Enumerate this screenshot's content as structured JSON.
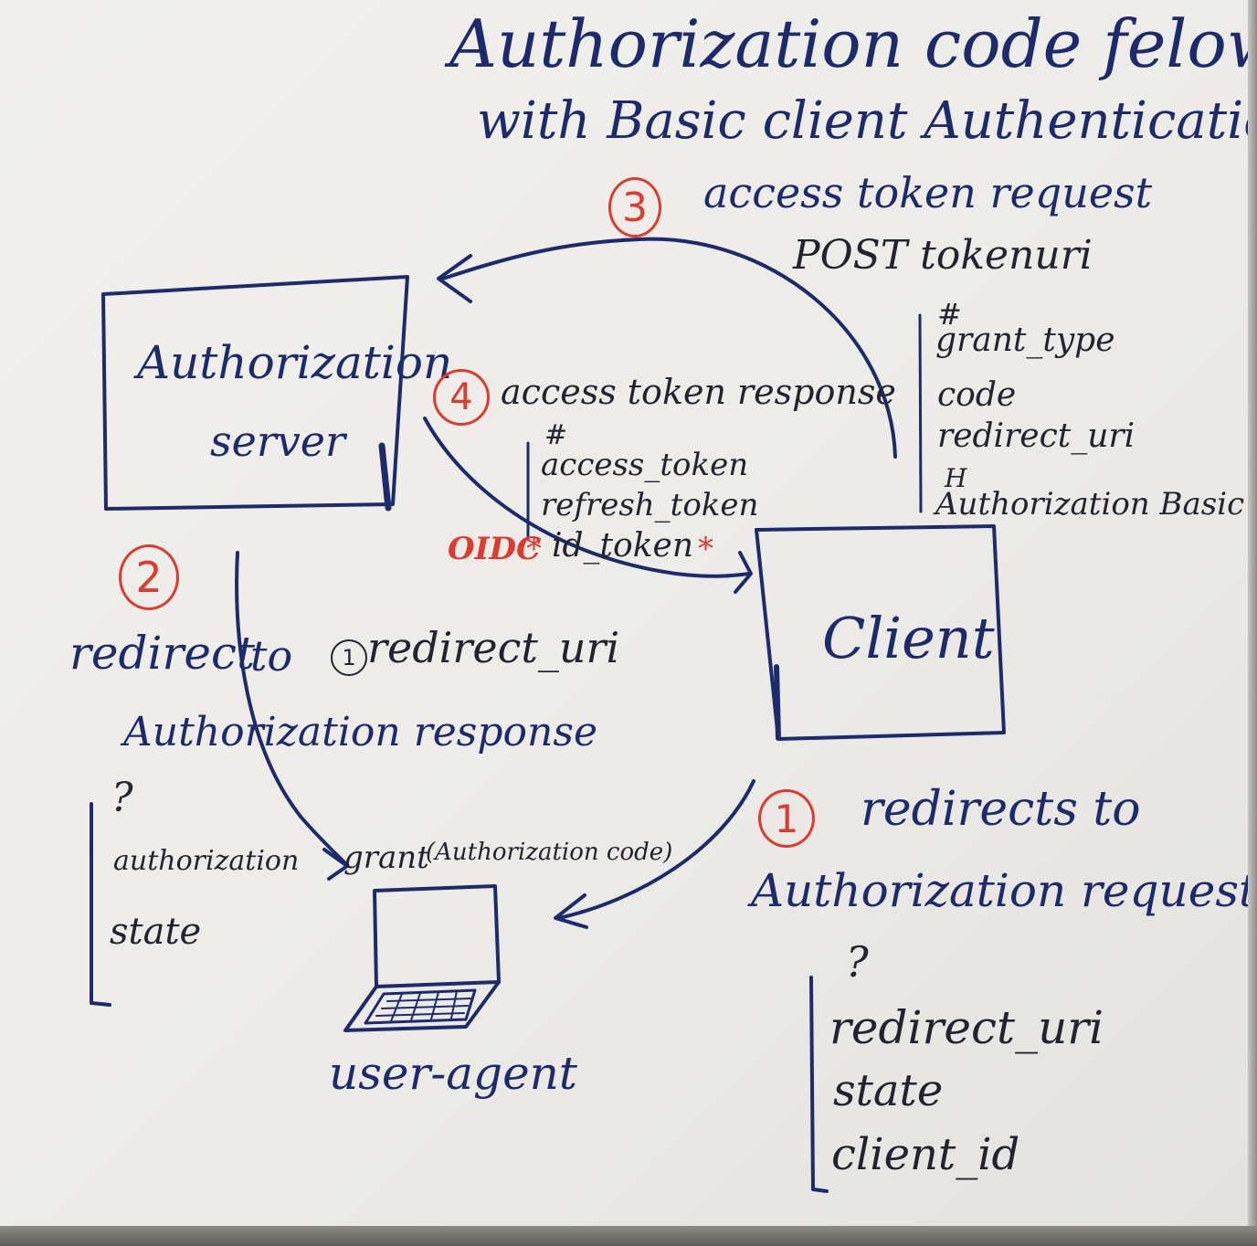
{
  "title": {
    "line1": "Authorization code felow",
    "line2": "with Basic client Authentication"
  },
  "nodes": {
    "authorization_server": {
      "line1": "Authorization",
      "line2": "server"
    },
    "client": {
      "label": "Client"
    },
    "user_agent": {
      "label": "user-agent"
    }
  },
  "steps": {
    "step1": {
      "number": "1",
      "line1": "redirects to",
      "line2": "Authorization request",
      "params_marker": "?",
      "params": [
        "redirect_uri",
        "state",
        "client_id"
      ]
    },
    "step2": {
      "number": "2",
      "line1_a": "redirect",
      "line1_b": "to",
      "inline_ref": "1",
      "line1_c": "redirect_uri",
      "line2": "Authorization response",
      "params_marker": "?",
      "param_1a": "authorization",
      "param_1b": "grant",
      "param_1c": "(Authorization code)",
      "param_2": "state"
    },
    "step3": {
      "number": "3",
      "line1": "access token request",
      "line2": "POST tokenuri",
      "body_marker": "#",
      "params": [
        "grant_type",
        "code",
        "redirect_uri"
      ],
      "header_marker": "H",
      "header": "Authorization Basic"
    },
    "step4": {
      "number": "4",
      "line1": "access token response",
      "body_marker": "#",
      "params": [
        "access_token",
        "refresh_token"
      ],
      "oidc_label": "OIDC",
      "id_token": "id_token"
    }
  },
  "colors": {
    "ink_blue": "#1d2a6b",
    "ink_black": "#22232f",
    "ink_red": "#e03a2f",
    "paper": "#efeeeb"
  }
}
